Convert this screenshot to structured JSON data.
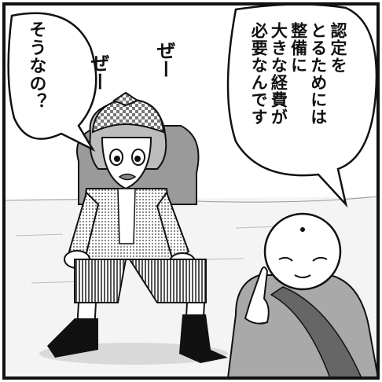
{
  "speech_left": {
    "text": "そうなの？"
  },
  "speech_right": {
    "lines": [
      "認定を",
      "とるためには",
      "整備に",
      "大きな経費が",
      "必要なんです"
    ]
  },
  "sfx": {
    "left": "ぜー",
    "right": "ぜー"
  }
}
